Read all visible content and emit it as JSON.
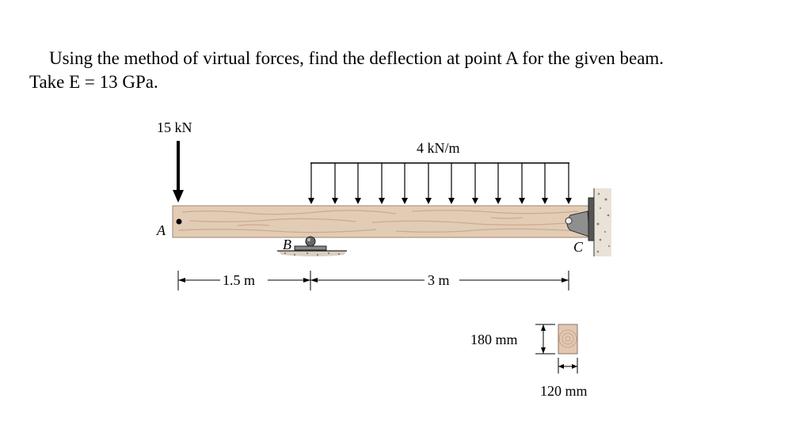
{
  "problem": {
    "line1": "Using the method of virtual forces, find the deflection at point A for the given beam.",
    "line2": "Take E = 13 GPa."
  },
  "figure": {
    "point_load": "15 kN",
    "distributed_load": "4 kN/m",
    "point_a": "A",
    "point_b": "B",
    "point_c": "C",
    "span_ab": "1.5 m",
    "span_bc": "3 m",
    "section_height": "180 mm",
    "section_width": "120 mm"
  }
}
